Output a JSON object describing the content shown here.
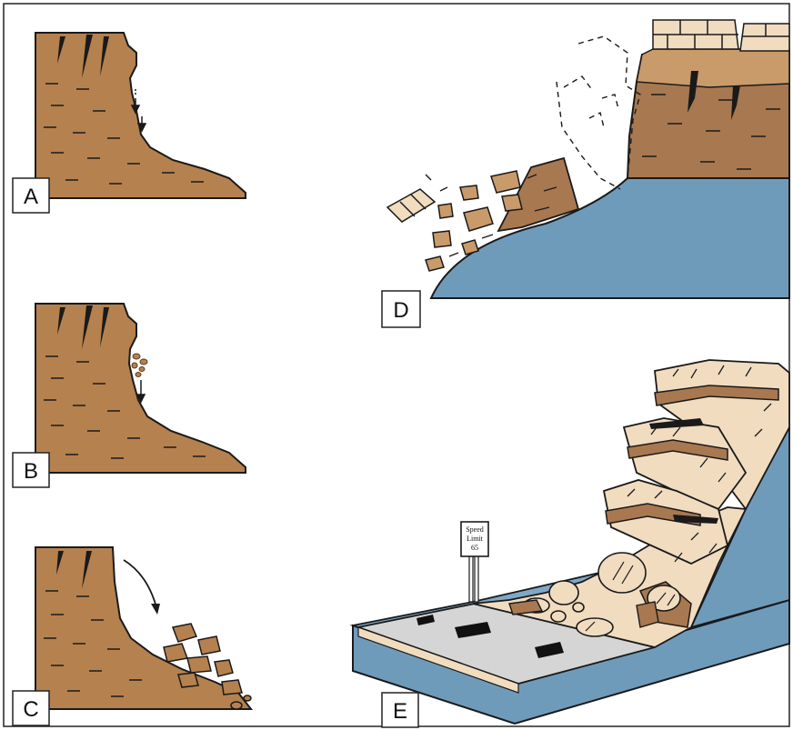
{
  "panels": {
    "a": {
      "label": "A"
    },
    "b": {
      "label": "B"
    },
    "c": {
      "label": "C"
    },
    "d": {
      "label": "D"
    },
    "e": {
      "label": "E"
    }
  },
  "road_sign": {
    "line1": "Speed",
    "line2": "Limit",
    "line3": "65"
  },
  "colors": {
    "rock_brown": "#b5814f",
    "rock_tan": "#f1dcc0",
    "water_blue": "#6f9bbb",
    "road_gray": "#d5d5d5",
    "outline": "#1a1a1a"
  }
}
